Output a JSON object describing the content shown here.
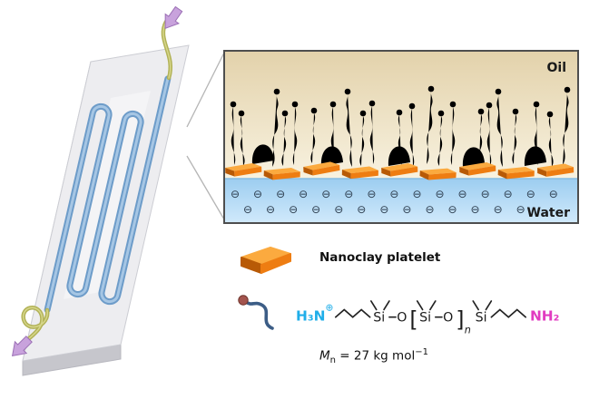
{
  "inset": {
    "oil_label": "Oil",
    "water_label": "Water",
    "charges_row1": "⊖⊖⊖⊖⊖⊖⊖⊖⊖⊖⊖⊖⊖⊖⊖",
    "charges_row2": "⊖⊖⊖⊖⊖⊖⊖⊖⊖⊖⊖⊖⊖"
  },
  "legend": {
    "nanoclay_label": "Nanoclay platelet",
    "molar_mass": {
      "symbol": "M",
      "sub": "n",
      "mid": " = 27 kg mol",
      "exp": "−1"
    }
  },
  "formula": {
    "amine_left": "H₃N",
    "amine_left_charge": "⊕",
    "si": "Si",
    "o": "O",
    "bracket_open": "[",
    "bracket_close": "]",
    "repeat_sub": "n",
    "amine_right": "NH₂"
  },
  "colors": {
    "nanoclay_orange": "#ee7d12",
    "polymer_blue": "#5d87b0",
    "chain_head_maroon": "#a3544e",
    "water_blue": "#add6f3",
    "oil_beige": "#e6d6b2",
    "amine_cyan": "#1faee9",
    "amine_magenta": "#e13bc0",
    "arrow_purple": "#c8a2dc",
    "channel_blue": "#6d9cc9",
    "tube_olive": "#b2b257"
  }
}
